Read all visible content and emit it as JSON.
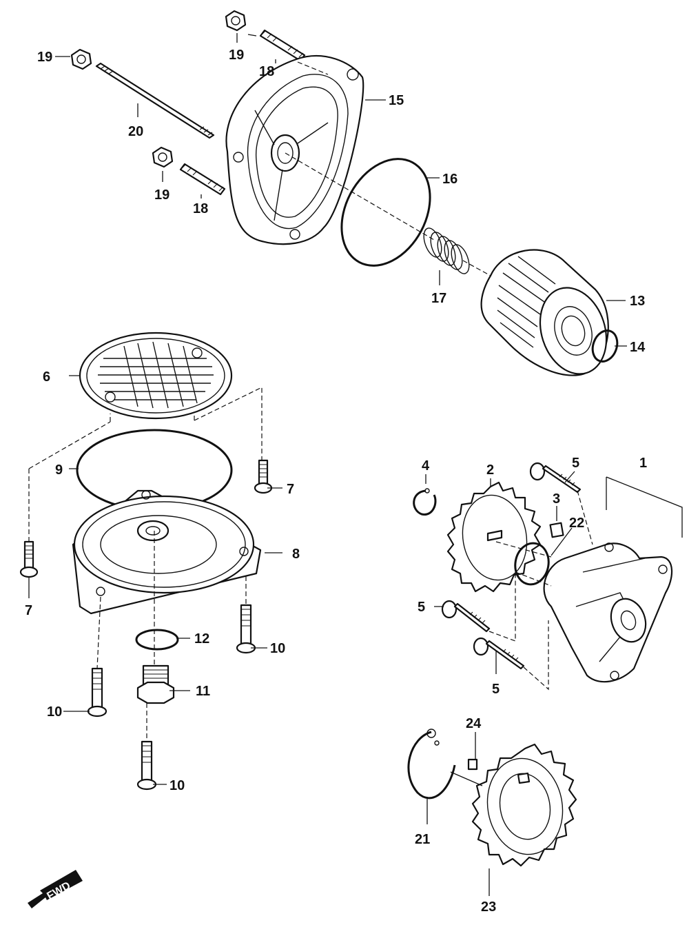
{
  "callouts": {
    "c1": "1",
    "c2": "2",
    "c3": "3",
    "c4": "4",
    "c5a": "5",
    "c5b": "5",
    "c5c": "5",
    "c6": "6",
    "c7a": "7",
    "c7b": "7",
    "c8": "8",
    "c9": "9",
    "c10a": "10",
    "c10b": "10",
    "c10c": "10",
    "c11": "11",
    "c12": "12",
    "c13": "13",
    "c14": "14",
    "c15": "15",
    "c16": "16",
    "c17": "17",
    "c18a": "18",
    "c18b": "18",
    "c19a": "19",
    "c19b": "19",
    "c19c": "19",
    "c20": "20",
    "c21": "21",
    "c22": "22",
    "c23": "23",
    "c24": "24"
  },
  "direction_marker": "FWD",
  "colors": {
    "line": "#111111",
    "background": "#ffffff"
  }
}
